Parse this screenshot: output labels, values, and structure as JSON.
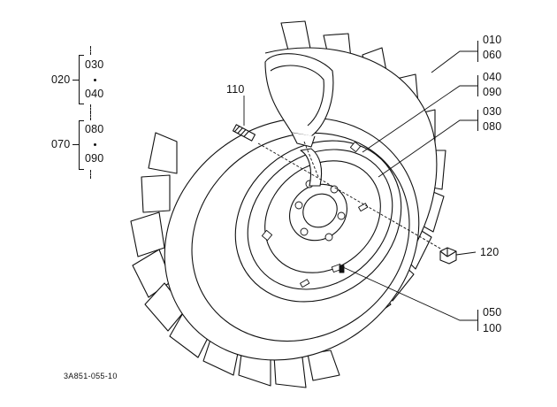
{
  "labels": {
    "p010": "010",
    "p060": "060",
    "p040": "040",
    "p090": "090",
    "p030": "030",
    "p080": "080",
    "p110": "110",
    "p120": "120",
    "p050": "050",
    "p100": "100"
  },
  "groups": {
    "g020": {
      "id": "020",
      "a": "030",
      "b": "040"
    },
    "g070": {
      "id": "070",
      "a": "080",
      "b": "090"
    }
  },
  "drawing_code": "3A851-055-10"
}
